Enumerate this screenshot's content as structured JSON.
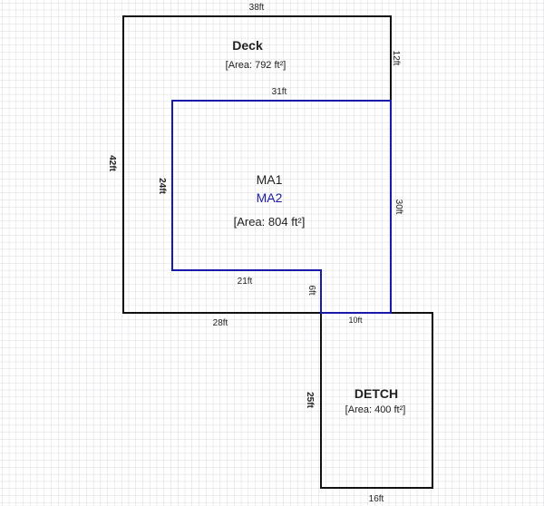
{
  "colors": {
    "outline": "#111111",
    "living_area": "#1a1aa8",
    "grid": "#c9c9d6"
  },
  "areas": {
    "deck": {
      "name": "Deck",
      "area": "[Area: 792 ft²]",
      "dims": {
        "top": "38ft",
        "right": "12ft",
        "left": "42ft",
        "bottom": "28ft"
      }
    },
    "ma": {
      "name1": "MA1",
      "name2": "MA2",
      "area": "[Area: 804 ft²]",
      "dims": {
        "top": "31ft",
        "left": "24ft",
        "right": "30ft",
        "bottom_left": "21ft",
        "step": "6ft",
        "bottom_right": "10ft"
      }
    },
    "detch": {
      "name": "DETCH",
      "area": "[Area: 400 ft²]",
      "dims": {
        "left": "25ft",
        "bottom": "16ft"
      }
    }
  }
}
